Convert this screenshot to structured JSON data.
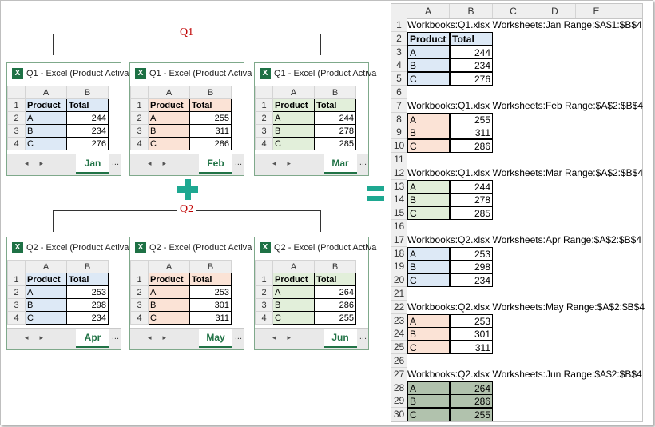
{
  "labels": {
    "q1": "Q1",
    "q2": "Q2"
  },
  "colors": {
    "blue": "#dde9f6",
    "orange": "#fbe3d6",
    "green": "#e2efda",
    "dark_green": "#b1c2ad"
  },
  "windows": [
    {
      "title": "Q1 - Excel (Product Activa",
      "tab": "Jan",
      "fill": "blue",
      "col_a": "A",
      "col_b": "B",
      "rows": [
        "1",
        "2",
        "3",
        "4"
      ],
      "header": [
        "Product",
        "Total"
      ],
      "data": [
        [
          "A",
          "244"
        ],
        [
          "B",
          "234"
        ],
        [
          "C",
          "276"
        ]
      ]
    },
    {
      "title": "Q1 - Excel (Product Activa",
      "tab": "Feb",
      "fill": "orange",
      "col_a": "A",
      "col_b": "B",
      "rows": [
        "1",
        "2",
        "3",
        "4"
      ],
      "header": [
        "Product",
        "Total"
      ],
      "data": [
        [
          "A",
          "255"
        ],
        [
          "B",
          "311"
        ],
        [
          "C",
          "286"
        ]
      ]
    },
    {
      "title": "Q1 - Excel (Product Activa",
      "tab": "Mar",
      "fill": "green",
      "col_a": "A",
      "col_b": "B",
      "rows": [
        "1",
        "2",
        "3",
        "4"
      ],
      "header": [
        "Product",
        "Total"
      ],
      "data": [
        [
          "A",
          "244"
        ],
        [
          "B",
          "278"
        ],
        [
          "C",
          "285"
        ]
      ]
    },
    {
      "title": "Q2 - Excel (Product Activa",
      "tab": "Apr",
      "fill": "blue",
      "col_a": "A",
      "col_b": "B",
      "rows": [
        "1",
        "2",
        "3",
        "4"
      ],
      "header": [
        "Product",
        "Total"
      ],
      "data": [
        [
          "A",
          "253"
        ],
        [
          "B",
          "298"
        ],
        [
          "C",
          "234"
        ]
      ]
    },
    {
      "title": "Q2 - Excel (Product Activa",
      "tab": "May",
      "fill": "orange",
      "col_a": "A",
      "col_b": "B",
      "rows": [
        "1",
        "2",
        "3",
        "4"
      ],
      "header": [
        "Product",
        "Total"
      ],
      "data": [
        [
          "A",
          "253"
        ],
        [
          "B",
          "301"
        ],
        [
          "C",
          "311"
        ]
      ]
    },
    {
      "title": "Q2 - Excel (Product Activa",
      "tab": "Jun",
      "fill": "green",
      "col_a": "A",
      "col_b": "B",
      "rows": [
        "1",
        "2",
        "3",
        "4"
      ],
      "header": [
        "Product",
        "Total"
      ],
      "data": [
        [
          "A",
          "264"
        ],
        [
          "B",
          "286"
        ],
        [
          "C",
          "255"
        ]
      ]
    }
  ],
  "combined": {
    "columns": [
      "A",
      "B",
      "C",
      "D",
      "E"
    ],
    "blocks": [
      {
        "info_row": "1",
        "info": "Workbooks:Q1.xlsx  Worksheets:Jan  Range:$A$1:$B$4",
        "header_row": "2",
        "header": [
          "Product",
          "Total"
        ],
        "fill": "blue",
        "rows": [
          [
            "3",
            "A",
            "244"
          ],
          [
            "4",
            "B",
            "234"
          ],
          [
            "5",
            "C",
            "276"
          ]
        ],
        "blank_row": "6"
      },
      {
        "info_row": "7",
        "info": "Workbooks:Q1.xlsx  Worksheets:Feb  Range:$A$2:$B$4",
        "fill": "orange",
        "rows": [
          [
            "8",
            "A",
            "255"
          ],
          [
            "9",
            "B",
            "311"
          ],
          [
            "10",
            "C",
            "286"
          ]
        ],
        "blank_row": "11"
      },
      {
        "info_row": "12",
        "info": "Workbooks:Q1.xlsx  Worksheets:Mar  Range:$A$2:$B$4",
        "fill": "green",
        "rows": [
          [
            "13",
            "A",
            "244"
          ],
          [
            "14",
            "B",
            "278"
          ],
          [
            "15",
            "C",
            "285"
          ]
        ],
        "blank_row": "16"
      },
      {
        "info_row": "17",
        "info": "Workbooks:Q2.xlsx  Worksheets:Apr  Range:$A$2:$B$4",
        "fill": "blue",
        "rows": [
          [
            "18",
            "A",
            "253"
          ],
          [
            "19",
            "B",
            "298"
          ],
          [
            "20",
            "C",
            "234"
          ]
        ],
        "blank_row": "21"
      },
      {
        "info_row": "22",
        "info": "Workbooks:Q2.xlsx  Worksheets:May  Range:$A$2:$B$4",
        "fill": "orange",
        "rows": [
          [
            "23",
            "A",
            "253"
          ],
          [
            "24",
            "B",
            "301"
          ],
          [
            "25",
            "C",
            "311"
          ]
        ],
        "blank_row": "26"
      },
      {
        "info_row": "27",
        "info": "Workbooks:Q2.xlsx  Worksheets:Jun  Range:$A$2:$B$4",
        "fill": "dark_green",
        "rows": [
          [
            "28",
            "A",
            "264"
          ],
          [
            "29",
            "B",
            "286"
          ],
          [
            "30",
            "C",
            "255"
          ]
        ]
      }
    ]
  }
}
